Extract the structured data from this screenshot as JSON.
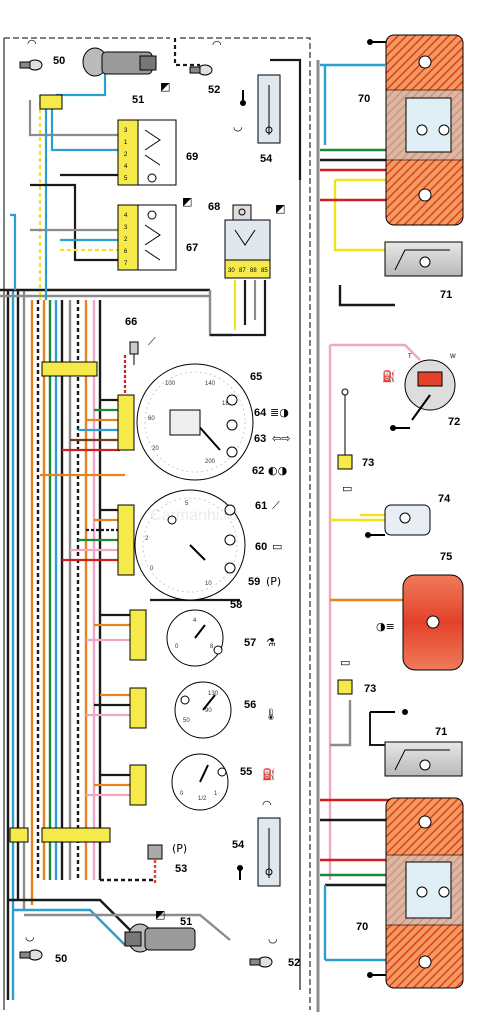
{
  "watermark": "Carmanhi.ru",
  "labels": {
    "l50a": "50",
    "l51a": "51",
    "l52a": "52",
    "l54a": "54",
    "l70a": "70",
    "l69": "69",
    "l68": "68",
    "l67": "67",
    "l71a": "71",
    "l66": "66",
    "l65": "65",
    "l64": "64",
    "l63": "63",
    "l62": "62",
    "l72": "72",
    "l73a": "73",
    "l61": "61",
    "l60": "60",
    "l59": "59",
    "l58": "58",
    "l74": "74",
    "l75": "75",
    "l57": "57",
    "l73b": "73",
    "l56": "56",
    "l71b": "71",
    "l55": "55",
    "l54b": "54",
    "l53": "53",
    "l70b": "70",
    "l51b": "51",
    "l50b": "50",
    "l52b": "52"
  },
  "relay_pins": [
    "30",
    "87",
    "88",
    "85"
  ],
  "connector_pins_69": [
    "3",
    "1",
    "2",
    "4",
    "5"
  ],
  "connector_pins_67": [
    "4",
    "3",
    "2",
    "6",
    "7"
  ],
  "sender_terminals": {
    "t": "T",
    "w": "W"
  },
  "parking_symbol": "(P)",
  "gauge_ticks": {
    "speedo": [
      "20",
      "60",
      "100",
      "140",
      "180",
      "200"
    ],
    "tacho": [
      "0",
      "2",
      "5",
      "10"
    ],
    "oil": [
      "0",
      "4",
      "8"
    ],
    "temp": [
      "50",
      "90",
      "130"
    ],
    "fuel": [
      "0",
      "1/2",
      "1"
    ]
  },
  "colors": {
    "wire_black": "#1a1a1a",
    "wire_orange": "#e8821e",
    "wire_red": "#d21e1e",
    "wire_green": "#1a8a3a",
    "wire_blue": "#2a9fd0",
    "wire_yellow": "#f2e21a",
    "wire_pink": "#f0a6c6",
    "wire_brown": "#7a3a1a",
    "wire_grey": "#8c8c8c",
    "lamp_red": "#e2422a",
    "lamp_orange": "#f08a4a",
    "connector_yellow": "#f5ea4a"
  }
}
